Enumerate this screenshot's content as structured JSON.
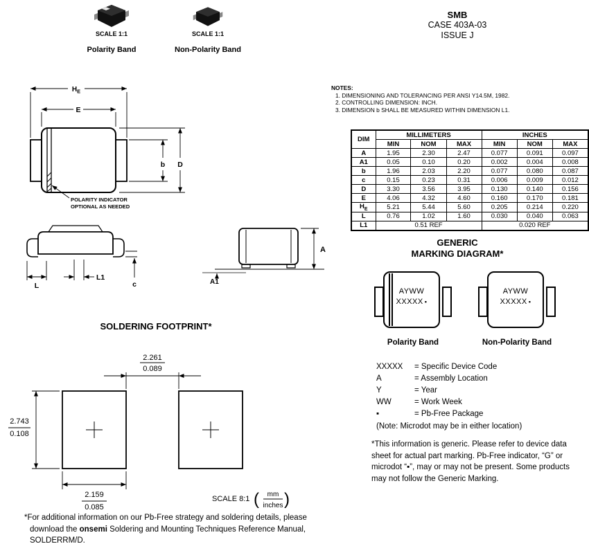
{
  "top": {
    "scale_label_1": "SCALE 1:1",
    "scale_label_2": "SCALE 1:1",
    "polarity_band": "Polarity Band",
    "non_polarity_band": "Non-Polarity Band"
  },
  "title_block": {
    "name": "SMB",
    "case": "CASE 403A-03",
    "issue": "ISSUE J"
  },
  "notes": {
    "heading": "NOTES:",
    "items": [
      "1.  DIMENSIONING AND TOLERANCING PER ANSI Y14.5M, 1982.",
      "2.  CONTROLLING DIMENSION: INCH.",
      "3.  DIMENSION b SHALL BE MEASURED WITHIN DIMENSION L1."
    ]
  },
  "dim_table": {
    "dim_header": "DIM",
    "group_headers": [
      "MILLIMETERS",
      "INCHES"
    ],
    "sub_headers": [
      "MIN",
      "NOM",
      "MAX",
      "MIN",
      "NOM",
      "MAX"
    ],
    "rows": [
      {
        "dim": "A",
        "cells": [
          "1.95",
          "2.30",
          "2.47",
          "0.077",
          "0.091",
          "0.097"
        ]
      },
      {
        "dim": "A1",
        "cells": [
          "0.05",
          "0.10",
          "0.20",
          "0.002",
          "0.004",
          "0.008"
        ]
      },
      {
        "dim": "b",
        "cells": [
          "1.96",
          "2.03",
          "2.20",
          "0.077",
          "0.080",
          "0.087"
        ]
      },
      {
        "dim": "c",
        "cells": [
          "0.15",
          "0.23",
          "0.31",
          "0.006",
          "0.009",
          "0.012"
        ]
      },
      {
        "dim": "D",
        "cells": [
          "3.30",
          "3.56",
          "3.95",
          "0.130",
          "0.140",
          "0.156"
        ]
      },
      {
        "dim": "E",
        "cells": [
          "4.06",
          "4.32",
          "4.60",
          "0.160",
          "0.170",
          "0.181"
        ]
      },
      {
        "dim": "HE",
        "cells": [
          "5.21",
          "5.44",
          "5.60",
          "0.205",
          "0.214",
          "0.220"
        ]
      },
      {
        "dim": "L",
        "cells": [
          "0.76",
          "1.02",
          "1.60",
          "0.030",
          "0.040",
          "0.063"
        ]
      },
      {
        "dim": "L1",
        "span_cells": [
          "0.51 REF",
          "0.020 REF"
        ]
      }
    ]
  },
  "drawing": {
    "dim_labels": {
      "he_base": "H",
      "he_sub": "E",
      "e": "E",
      "b": "b",
      "d": "D",
      "c": "c",
      "l": "L",
      "l1": "L1",
      "a": "A",
      "a1": "A1"
    },
    "polarity_note_line1": "POLARITY INDICATOR",
    "polarity_note_line2": "OPTIONAL AS NEEDED"
  },
  "footprint": {
    "title": "SOLDERING FOOTPRINT*",
    "top_dim_mm": "2.261",
    "top_dim_in": "0.089",
    "left_dim_mm": "2.743",
    "left_dim_in": "0.108",
    "bottom_dim_mm": "2.159",
    "bottom_dim_in": "0.085",
    "scale": "SCALE 8:1",
    "paren_open": "(",
    "paren_close": ")",
    "unit_top": "mm",
    "unit_bottom": "inches"
  },
  "marking": {
    "title_line1": "GENERIC",
    "title_line2": "MARKING DIAGRAM*",
    "package_text_line1": "AYWW",
    "package_text_line2": "XXXXX",
    "microdot": "▪",
    "label_polarity": "Polarity Band",
    "label_non_polarity": "Non-Polarity Band",
    "legend": [
      {
        "key": "XXXXX",
        "value": "= Specific Device Code"
      },
      {
        "key": "A",
        "value": "= Assembly Location"
      },
      {
        "key": "Y",
        "value": "= Year"
      },
      {
        "key": "WW",
        "value": "= Work Week"
      },
      {
        "key": "▪",
        "value": "= Pb-Free Package"
      }
    ],
    "microdot_note": "(Note: Microdot may be in either location)",
    "generic_note": "*This information is generic. Please refer to device data sheet for actual part marking. Pb-Free indicator, “G” or microdot “▪”, may or may not be present. Some products may not follow the Generic Marking."
  },
  "footer": {
    "part1": "*For additional information on our Pb-Free strategy and soldering details, please download the ",
    "brand": "onsemi",
    "part2": " Soldering and Mounting Techniques Reference Manual, SOLDERRM/D."
  }
}
